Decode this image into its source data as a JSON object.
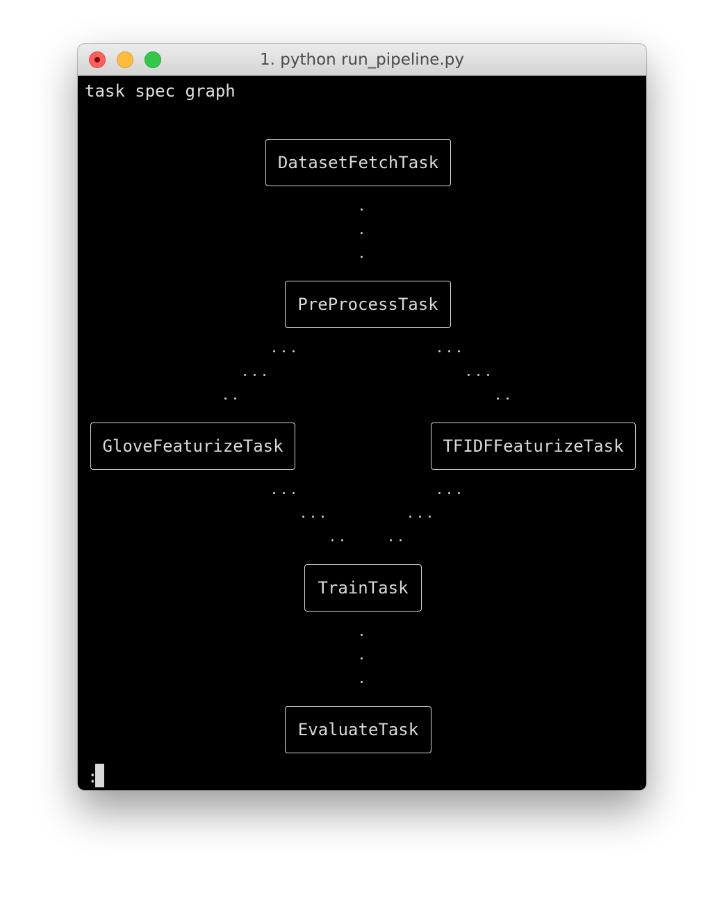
{
  "window": {
    "title": "1. python run_pipeline.py"
  },
  "terminal": {
    "heading": "task spec graph",
    "prompt": ":"
  },
  "graph": {
    "nodes": [
      {
        "id": "dataset-fetch",
        "label": "DatasetFetchTask"
      },
      {
        "id": "preprocess",
        "label": "PreProcessTask"
      },
      {
        "id": "glove-featurize",
        "label": "GloveFeaturizeTask"
      },
      {
        "id": "tfidf-featurize",
        "label": "TFIDFFeaturizeTask"
      },
      {
        "id": "train",
        "label": "TrainTask"
      },
      {
        "id": "evaluate",
        "label": "EvaluateTask"
      }
    ],
    "edges": [
      {
        "from": "dataset-fetch",
        "to": "preprocess"
      },
      {
        "from": "preprocess",
        "to": "glove-featurize"
      },
      {
        "from": "preprocess",
        "to": "tfidf-featurize"
      },
      {
        "from": "glove-featurize",
        "to": "train"
      },
      {
        "from": "tfidf-featurize",
        "to": "train"
      },
      {
        "from": "train",
        "to": "evaluate"
      }
    ]
  }
}
